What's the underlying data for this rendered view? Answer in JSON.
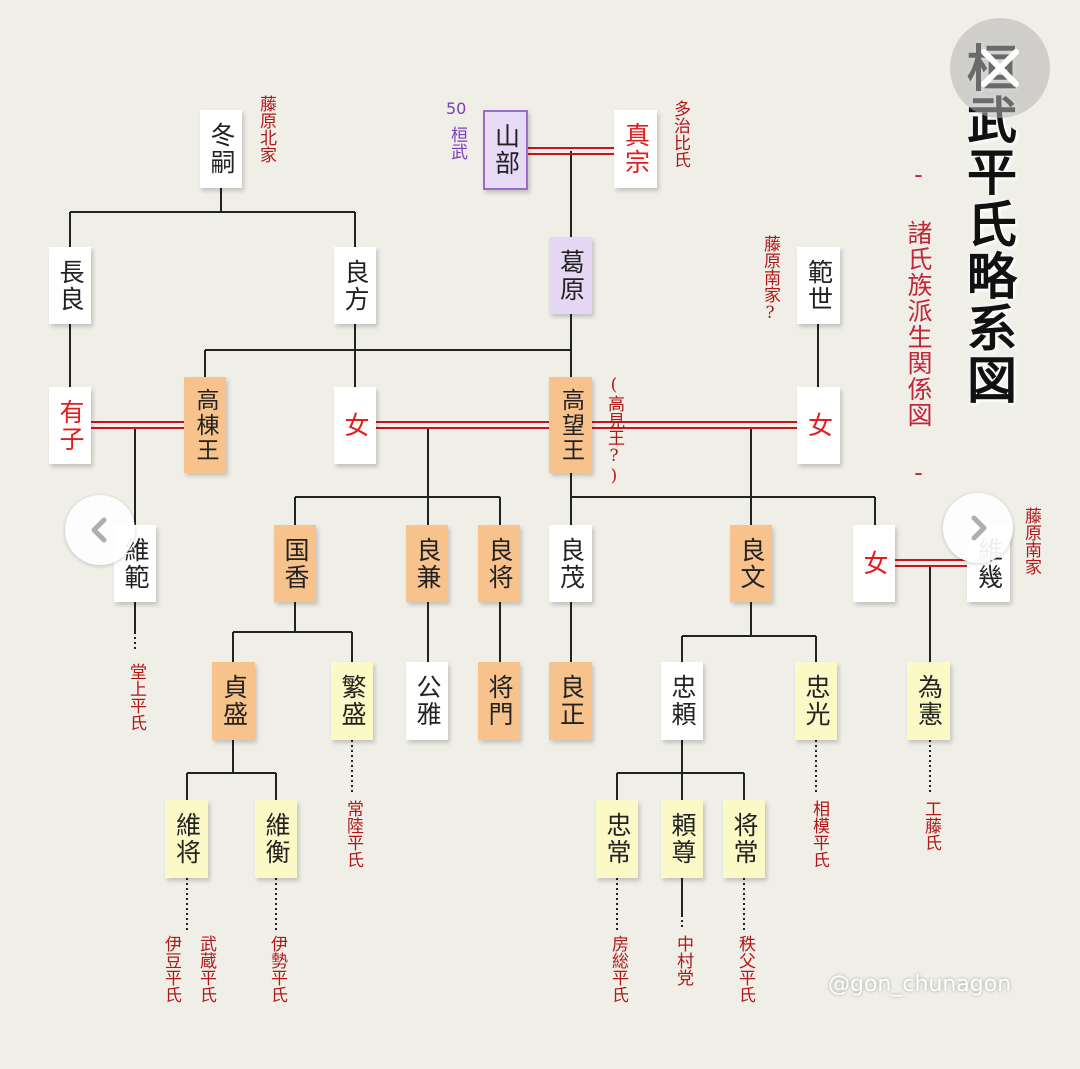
{
  "title": "桓武平氏略系図",
  "subtitle": "- 諸氏族派生関係図 -",
  "emperor_number": "50",
  "watermark": "@gon_chunagon",
  "icons": {
    "close": "close-icon",
    "prev": "chevron-left-icon",
    "next": "chevron-right-icon"
  },
  "colors": {
    "orange": "#f8c28c",
    "yellow": "#fbf9c6",
    "purple": "#e6daf6",
    "red_text": "#e41c1c",
    "label_red": "#b01818"
  },
  "nodes": [
    {
      "id": "fuyutsugu",
      "name": "冬嗣",
      "style": "white"
    },
    {
      "id": "yamabe",
      "name": "山部",
      "style": "purple"
    },
    {
      "id": "mamune",
      "name": "真宗",
      "style": "white red"
    },
    {
      "id": "nagara",
      "name": "長良",
      "style": "white"
    },
    {
      "id": "yoshikata",
      "name": "良方",
      "style": "white"
    },
    {
      "id": "kazurahara",
      "name": "葛原",
      "style": "lpurple"
    },
    {
      "id": "noriyo",
      "name": "範世",
      "style": "white"
    },
    {
      "id": "ariko",
      "name": "有子",
      "style": "white red"
    },
    {
      "id": "takamune",
      "name": "高棟王",
      "style": "orange"
    },
    {
      "id": "onna1",
      "name": "女",
      "style": "white red"
    },
    {
      "id": "takamochi",
      "name": "高望王",
      "style": "orange"
    },
    {
      "id": "onna2",
      "name": "女",
      "style": "white red"
    },
    {
      "id": "korenori",
      "name": "維範",
      "style": "white"
    },
    {
      "id": "kunika",
      "name": "国香",
      "style": "orange"
    },
    {
      "id": "yoshikane",
      "name": "良兼",
      "style": "orange"
    },
    {
      "id": "yoshimochi",
      "name": "良将",
      "style": "orange"
    },
    {
      "id": "yoshishige",
      "name": "良茂",
      "style": "white"
    },
    {
      "id": "yoshifumi",
      "name": "良文",
      "style": "orange"
    },
    {
      "id": "onna3",
      "name": "女",
      "style": "white red"
    },
    {
      "id": "korechika",
      "name": "維幾",
      "style": "white"
    },
    {
      "id": "sadamori",
      "name": "貞盛",
      "style": "orange"
    },
    {
      "id": "shigemori",
      "name": "繁盛",
      "style": "yellow"
    },
    {
      "id": "kinmasa",
      "name": "公雅",
      "style": "white"
    },
    {
      "id": "masakado",
      "name": "将門",
      "style": "orange"
    },
    {
      "id": "yoshimasa",
      "name": "良正",
      "style": "orange"
    },
    {
      "id": "tadayori",
      "name": "忠頼",
      "style": "white"
    },
    {
      "id": "tadamitsu",
      "name": "忠光",
      "style": "yellow"
    },
    {
      "id": "tamenori",
      "name": "為憲",
      "style": "yellow"
    },
    {
      "id": "koremasa",
      "name": "維将",
      "style": "yellow"
    },
    {
      "id": "korehira",
      "name": "維衡",
      "style": "yellow"
    },
    {
      "id": "tadatsune",
      "name": "忠常",
      "style": "yellow"
    },
    {
      "id": "yoritaka",
      "name": "頼尊",
      "style": "yellow"
    },
    {
      "id": "masatsune",
      "name": "将常",
      "style": "yellow"
    }
  ],
  "labels": [
    {
      "id": "l_hokke",
      "text": "藤原北家"
    },
    {
      "id": "l_tajihi",
      "text": "多治比氏"
    },
    {
      "id": "l_kanmu",
      "text": "桓武"
    },
    {
      "id": "l_nanke_q",
      "text": "藤原南家?"
    },
    {
      "id": "l_takami",
      "text": "(高見王?)"
    },
    {
      "id": "l_nanke",
      "text": "藤原南家"
    },
    {
      "id": "l_dojo",
      "text": "堂上平氏"
    },
    {
      "id": "l_hitachi",
      "text": "常陸平氏"
    },
    {
      "id": "l_sagami",
      "text": "相模平氏"
    },
    {
      "id": "l_kudo",
      "text": "工藤氏"
    },
    {
      "id": "l_izu",
      "text": "伊豆平氏"
    },
    {
      "id": "l_musashi",
      "text": "武蔵平氏"
    },
    {
      "id": "l_ise",
      "text": "伊勢平氏"
    },
    {
      "id": "l_boso",
      "text": "房総平氏"
    },
    {
      "id": "l_nakamura",
      "text": "中村党"
    },
    {
      "id": "l_chichibu",
      "text": "秩父平氏"
    }
  ]
}
